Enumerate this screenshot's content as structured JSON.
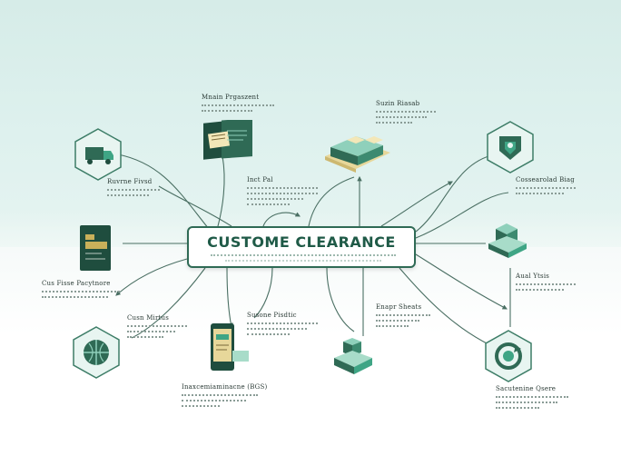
{
  "diagram": {
    "title": "CUSTOME CLEARANCE",
    "labels": [
      {
        "id": "top-left",
        "text": "Mnain Prgaszent"
      },
      {
        "id": "top-center-mid",
        "text": "Inct Pal"
      },
      {
        "id": "top-right",
        "text": "Suzin Riasab"
      },
      {
        "id": "left-top",
        "text": "Ruvrne Fivsd"
      },
      {
        "id": "right-top",
        "text": "Cossearolad Biag"
      },
      {
        "id": "left-mid",
        "text": "Cus Fisse Pacytnore"
      },
      {
        "id": "right-mid",
        "text": "Aual Ytsis"
      },
      {
        "id": "left-bottom",
        "text": "Cusn Mirtus"
      },
      {
        "id": "center-bottom",
        "text": "Susone Pisdtic"
      },
      {
        "id": "center-right-bottom",
        "text": "Enapr Sheats"
      },
      {
        "id": "bottom-left",
        "text": "Inaxcemiaminacne (BGS)"
      },
      {
        "id": "bottom-right",
        "text": "Sacutenine Qsere"
      }
    ]
  },
  "colors": {
    "primary": "#2f6a55",
    "accent": "#3fa585",
    "light": "#8fd0bb",
    "line": "#4a6f63"
  }
}
